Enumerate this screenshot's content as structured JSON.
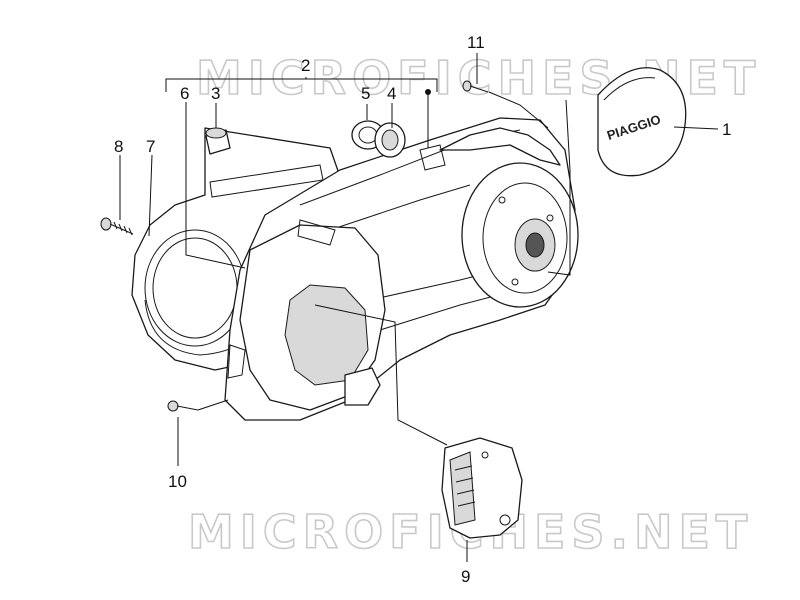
{
  "diagram": {
    "watermark_top": "MICROFICHES.NET",
    "watermark_bottom": "MICROFICHES.NET",
    "cover_brand": "PIAGGIO",
    "callouts": {
      "c1": "1",
      "c2": "2",
      "c3": "3",
      "c4": "4",
      "c5": "5",
      "c6": "6",
      "c7": "7",
      "c8": "8",
      "c9": "9",
      "c10": "10",
      "c11": "11"
    }
  }
}
